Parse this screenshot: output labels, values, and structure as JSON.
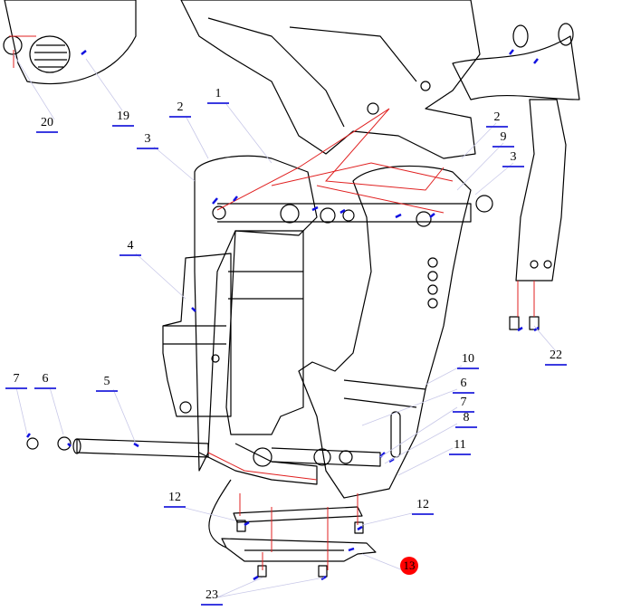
{
  "diagram": {
    "title": "Seat suspension assembly exploded view",
    "callouts": [
      {
        "id": "c1",
        "label": "1"
      },
      {
        "id": "c2a",
        "label": "2"
      },
      {
        "id": "c3a",
        "label": "3"
      },
      {
        "id": "c2b",
        "label": "2"
      },
      {
        "id": "c9",
        "label": "9"
      },
      {
        "id": "c3b",
        "label": "3"
      },
      {
        "id": "c4",
        "label": "4"
      },
      {
        "id": "c20",
        "label": "20"
      },
      {
        "id": "c19",
        "label": "19"
      },
      {
        "id": "c22",
        "label": "22"
      },
      {
        "id": "c7a",
        "label": "7"
      },
      {
        "id": "c6a",
        "label": "6"
      },
      {
        "id": "c5",
        "label": "5"
      },
      {
        "id": "c10",
        "label": "10"
      },
      {
        "id": "c6b",
        "label": "6"
      },
      {
        "id": "c7b",
        "label": "7"
      },
      {
        "id": "c8",
        "label": "8"
      },
      {
        "id": "c11",
        "label": "11"
      },
      {
        "id": "c12a",
        "label": "12"
      },
      {
        "id": "c12b",
        "label": "12"
      },
      {
        "id": "c23",
        "label": "23"
      }
    ],
    "highlighted": {
      "label": "13",
      "color": "#ff0000"
    },
    "colors": {
      "underline": "#3a3ae0",
      "leader": "#c8c8e8",
      "centerline": "#e02020",
      "marker": "#1010e0"
    }
  }
}
